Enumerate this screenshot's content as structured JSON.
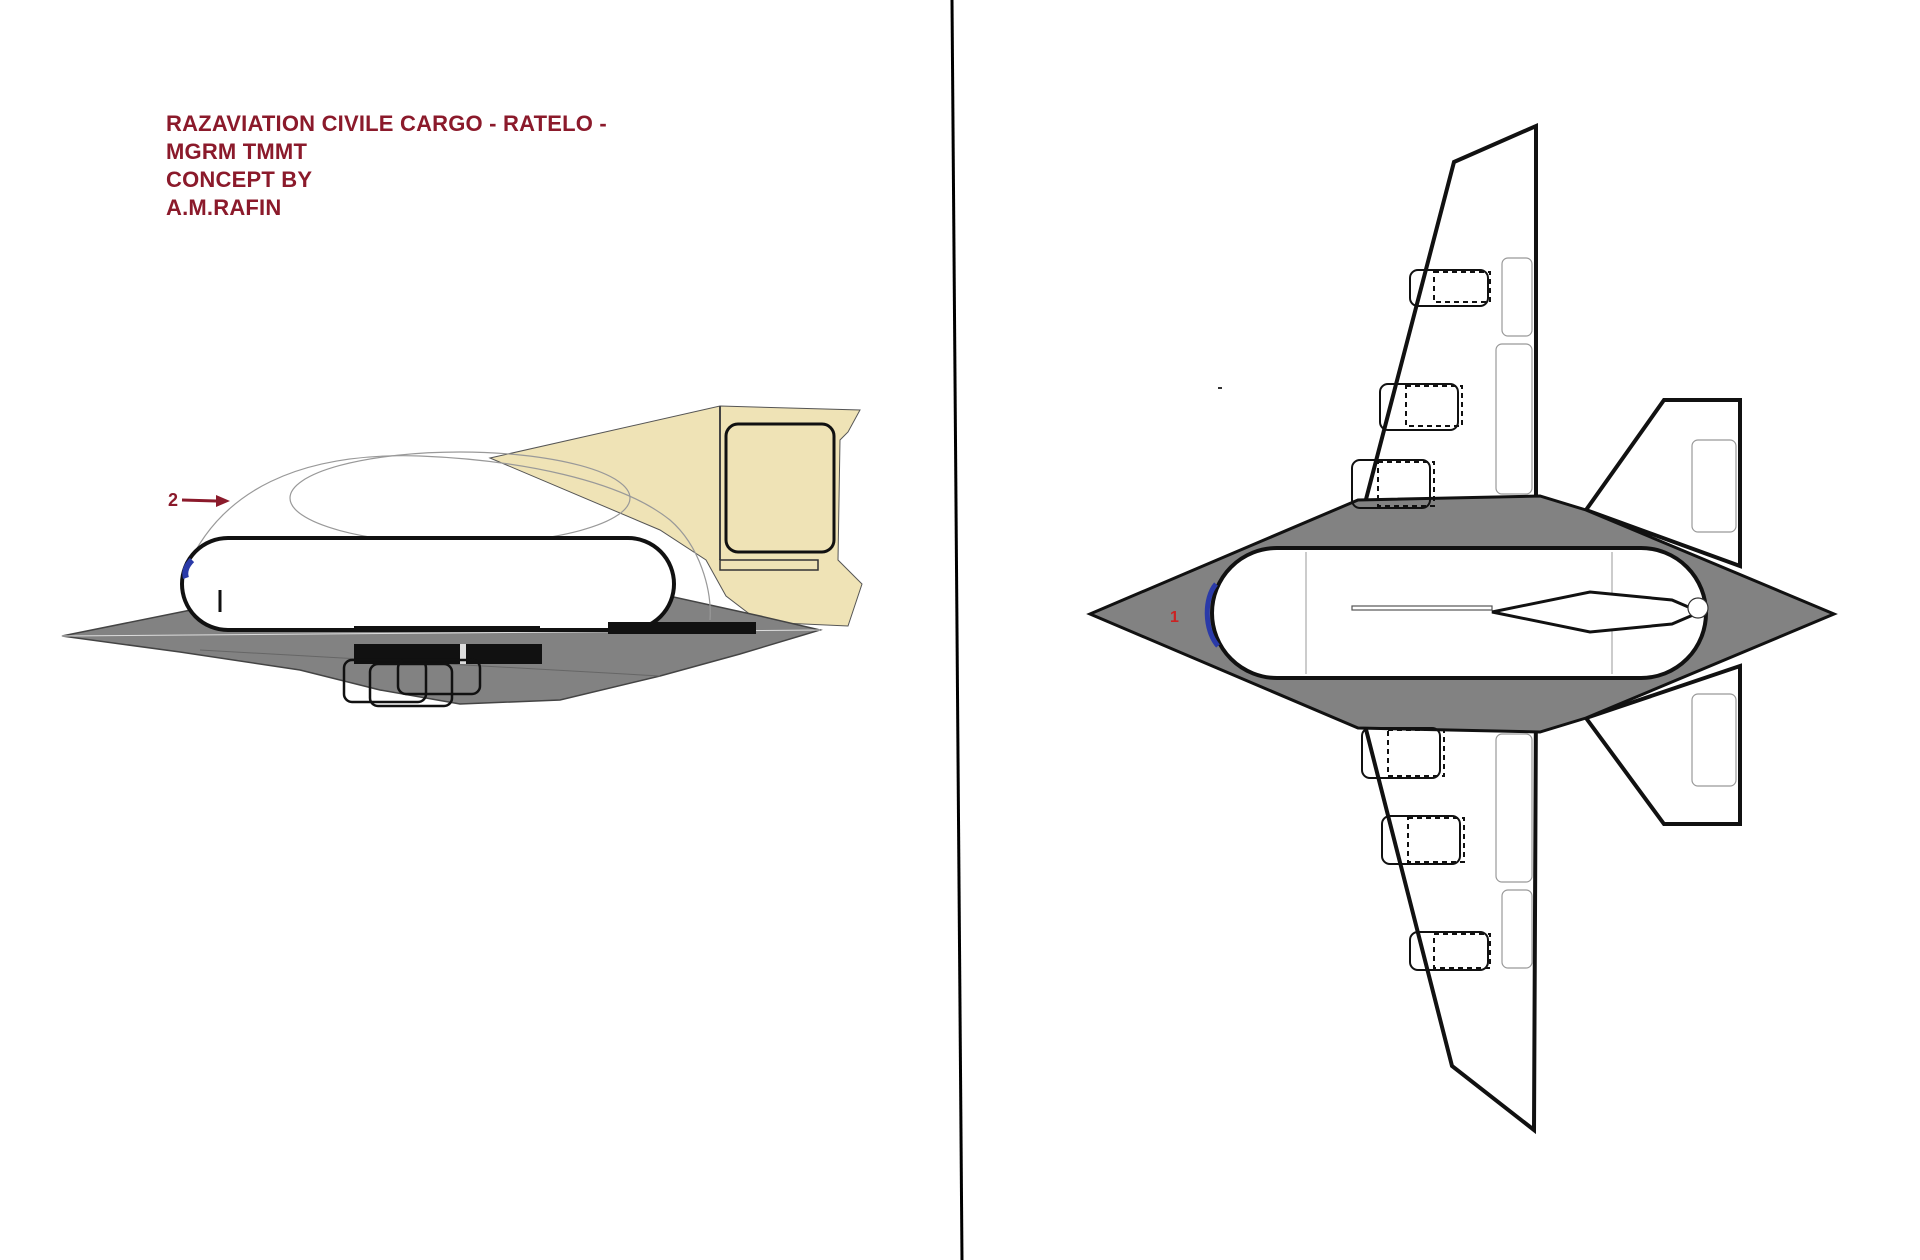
{
  "title": {
    "lines": [
      "RAZAVIATION CIVILE CARGO - RATELO -",
      "MGRM TMMT",
      "CONCEPT BY",
      "A.M.RAFIN"
    ]
  },
  "side_view": {
    "callout_label": "2"
  },
  "top_view": {
    "callout_label": "1"
  },
  "colors": {
    "title": "#8b1a2b",
    "callout_arrow": "#8b1a2b",
    "callout_1": "#cc2222",
    "fill_gray": "#828282",
    "fill_tan": "#efe3b6",
    "window_blue": "#2a3aa8",
    "outline": "#000000"
  }
}
